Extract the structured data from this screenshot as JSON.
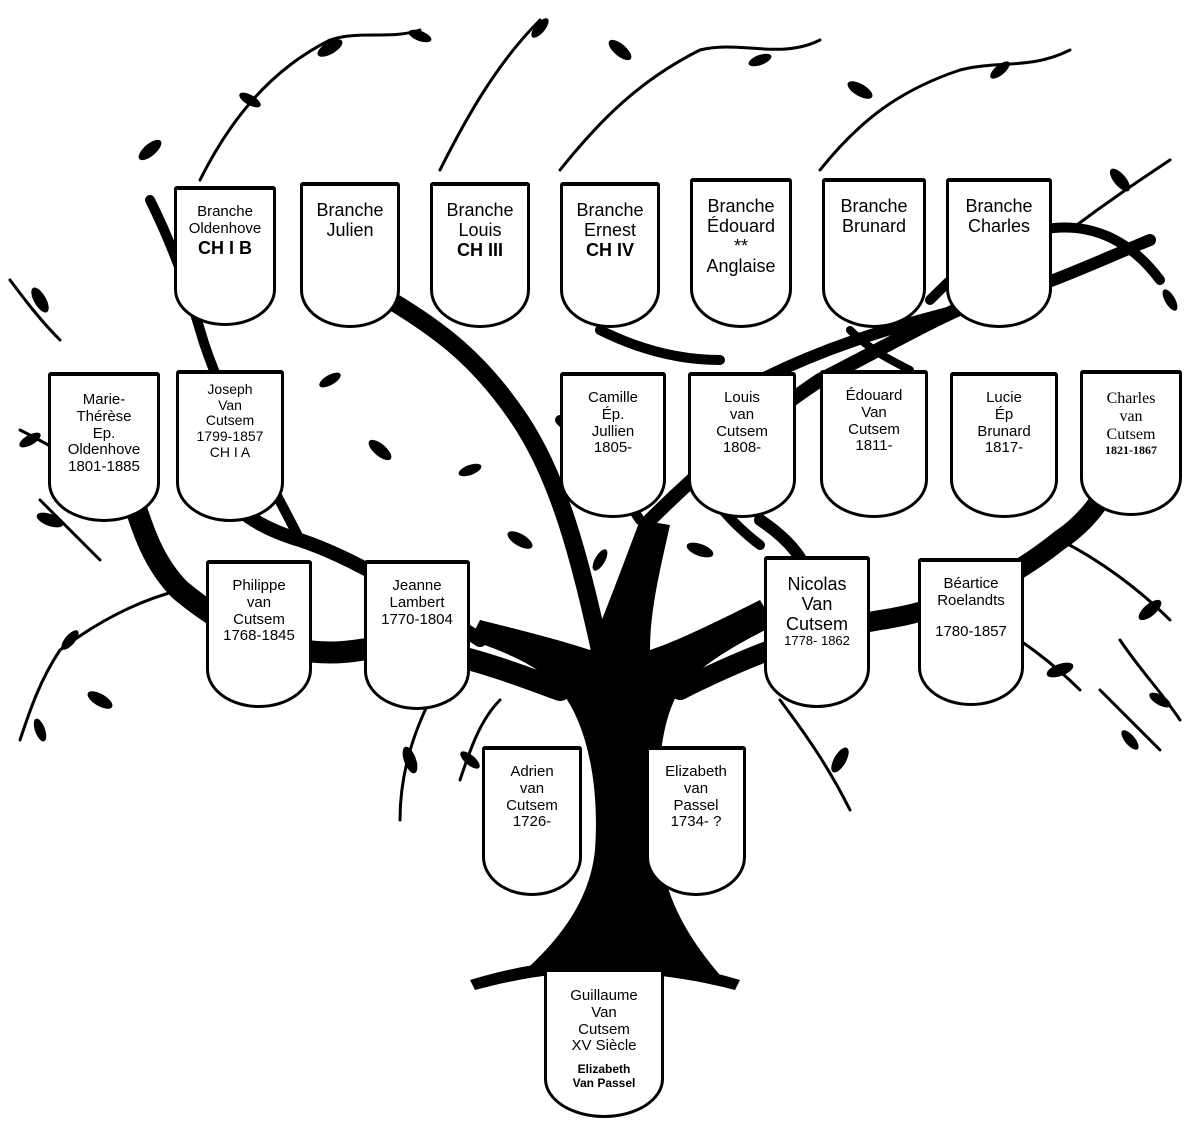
{
  "colors": {
    "ink": "#000000",
    "paper": "#ffffff"
  },
  "shields": {
    "oldenhove_branch": [
      "Branche",
      "Oldenhove",
      "CH I B"
    ],
    "julien_branch": [
      "Branche",
      "Julien"
    ],
    "louis_branch": [
      "Branche",
      "Louis",
      "CH III"
    ],
    "ernest_branch": [
      "Branche",
      "Ernest",
      "CH IV"
    ],
    "edouard_branch": [
      "Branche",
      "Édouard",
      "**",
      "Anglaise"
    ],
    "brunard_branch": [
      "Branche",
      "Brunard"
    ],
    "charles_branch": [
      "Branche",
      "Charles"
    ],
    "marie_therese": [
      "Marie-",
      "Thérèse",
      "Ep.",
      "Oldenhove",
      "1801-1885"
    ],
    "joseph": [
      "Joseph",
      "Van",
      "Cutsem",
      "1799-1857",
      "CH I A"
    ],
    "camille": [
      "Camille",
      "Ép.",
      "Jullien",
      "1805-"
    ],
    "louis": [
      "Louis",
      "van",
      "Cutsem",
      "1808-"
    ],
    "edouard": [
      "Édouard",
      "Van",
      "Cutsem",
      "1811-"
    ],
    "lucie": [
      "Lucie",
      "Ép",
      "Brunard",
      "1817-"
    ],
    "charles": [
      "Charles",
      "van",
      "Cutsem",
      "1821-1867"
    ],
    "philippe": [
      "Philippe",
      "van",
      "Cutsem",
      "1768-1845"
    ],
    "jeanne": [
      "Jeanne",
      "Lambert",
      "1770-1804"
    ],
    "nicolas": [
      "Nicolas",
      "Van",
      "Cutsem",
      "1778- 1862"
    ],
    "beatrice": [
      "Béartice",
      "Roelandts",
      "1780-1857"
    ],
    "adrien": [
      "Adrien",
      "van",
      "Cutsem",
      "1726-"
    ],
    "elizabeth": [
      "Elizabeth",
      "van",
      "Passel",
      "1734- ?"
    ],
    "guillaume": [
      "Guillaume",
      "Van",
      "Cutsem",
      "XV Siècle",
      "Elizabeth",
      "Van Passel"
    ]
  }
}
